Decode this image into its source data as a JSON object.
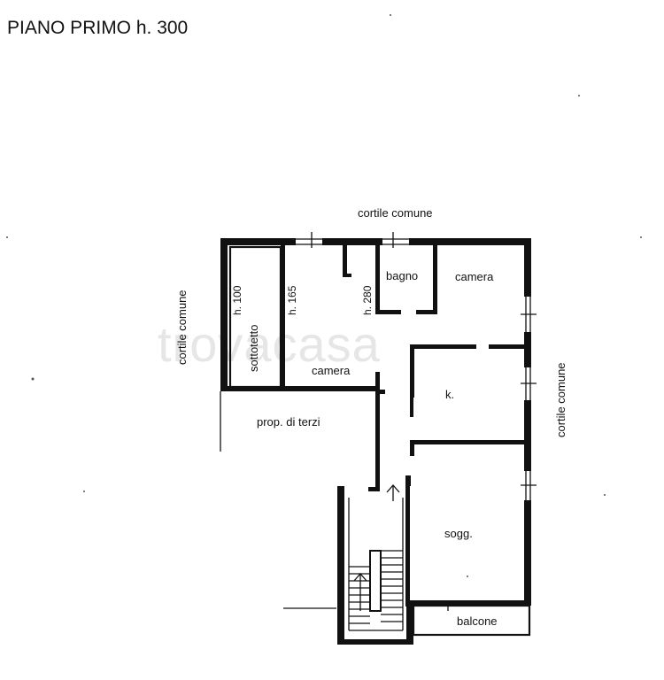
{
  "header": {
    "title": "PIANO PRIMO h. 300"
  },
  "watermark": "trovacasa",
  "labels": {
    "cortile_top": "cortile comune",
    "cortile_left": "cortile comune",
    "cortile_right": "cortile comune",
    "prop_terzi": "prop. di terzi",
    "balcone": "balcone"
  },
  "rooms": {
    "sottotetto": "sottotetto",
    "h100": "h. 100",
    "h165": "h. 165",
    "h280": "h. 280",
    "camera_main": "camera",
    "bagno": "bagno",
    "camera_right": "camera",
    "kitchen": "k.",
    "soggiorno": "sogg."
  }
}
